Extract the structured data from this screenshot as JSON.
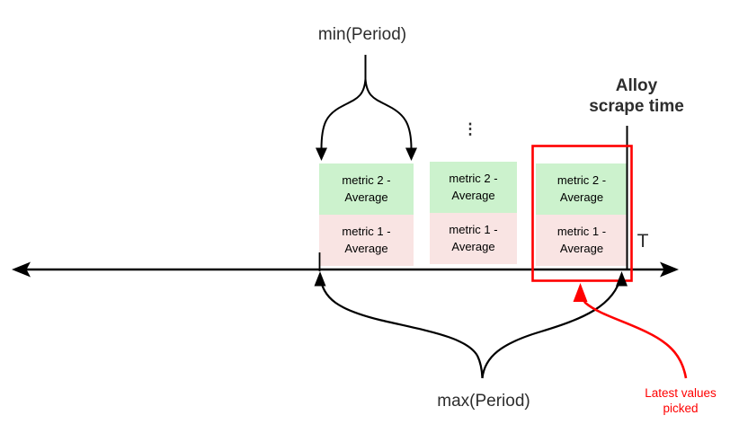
{
  "labels": {
    "min_period": "min(Period)",
    "max_period": "max(Period)",
    "alloy_scrape_time": "Alloy\nscrape time",
    "t_axis": "T",
    "ellipsis": "⋮",
    "latest_values_picked": "Latest values\npicked"
  },
  "groups": [
    {
      "metric2": "metric 2 -\nAverage",
      "metric1": "metric 1 -\nAverage"
    },
    {
      "metric2": "metric 2 -\nAverage",
      "metric1": "metric 1 -\nAverage"
    },
    {
      "metric2": "metric 2 -\nAverage",
      "metric1": "metric 1 -\nAverage"
    }
  ],
  "colors": {
    "accent-red": "#ff0000",
    "box-green": "#ccf2cd",
    "box-pink": "#f9e4e3",
    "line-black": "#000000",
    "text-dark": "#2d2d2d"
  }
}
